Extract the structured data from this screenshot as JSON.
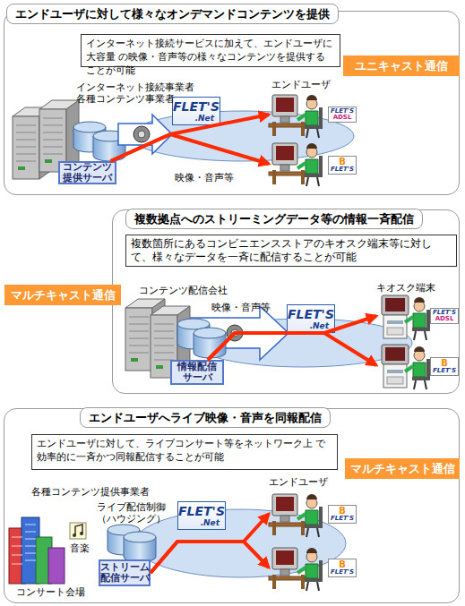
{
  "diagram": {
    "nodes": [
      {
        "text": [
          "エンドユーザに対して様々なオンデマンドコンテンツを提供"
        ]
      },
      {
        "text": [
          "インターネット接続サービスに加えて、エンドユーザに大容量 の映像・音声等の様々なコンテンツを提供することが可能"
        ],
        "in": 0
      },
      {
        "text": [
          "ユニキャスト通信"
        ],
        "in": 0
      },
      {
        "text": [
          "コンテンツ 提供サーバ"
        ],
        "in": 0
      },
      {
        "text": [
          "FLET'S",
          ".Net"
        ],
        "in": 0
      },
      {
        "text": [
          "FLET'S",
          "ADSL"
        ],
        "in": 0
      },
      {
        "text": [
          "B",
          "FLET'S"
        ],
        "in": 0
      },
      {
        "text": [
          "複数拠点へのストリーミングデータ等の情報一斉配信"
        ]
      },
      {
        "text": [
          "複数箇所にあるコンビニエンスストアのキオスク端末等に対し て、様々なデータを一斉に配信することが可能"
        ],
        "in": 7
      },
      {
        "text": [
          "マルチキャスト通信"
        ],
        "in": 7
      },
      {
        "text": [
          "情報配信 サーバ"
        ],
        "in": 7
      },
      {
        "text": [
          "FLET'S",
          ".Net"
        ],
        "in": 7
      },
      {
        "text": [
          "FLET'S",
          "ADSL"
        ],
        "in": 7
      },
      {
        "text": [
          "B",
          "FLET'S"
        ],
        "in": 7
      },
      {
        "text": [
          "エンドユーザへライブ映像・音声を同報配信"
        ]
      },
      {
        "text": [
          "エンドユーザに対して、ライブコンサート等をネットワーク上 で効率的に一斉かつ同報配信することが可能"
        ],
        "in": 14
      },
      {
        "text": [
          "マルチキャスト通信"
        ],
        "in": 14
      },
      {
        "text": [
          "ストリーム 配信サーバ"
        ],
        "in": 14
      },
      {
        "text": [
          "FLET'S",
          ".Net"
        ],
        "in": 14
      },
      {
        "text": [
          "B",
          "FLET'S"
        ],
        "in": 14
      },
      {
        "text": [
          "B",
          "FLET'S"
        ],
        "in": 14
      }
    ],
    "edges": [
      {
        "from": 3,
        "to": 5,
        "arrow": "to"
      },
      {
        "from": 3,
        "to": 6,
        "arrow": "to"
      },
      {
        "from": 10,
        "to": 12,
        "arrow": "to"
      },
      {
        "from": 10,
        "to": 13,
        "arrow": "to"
      },
      {
        "from": 17,
        "to": 19,
        "arrow": "to"
      },
      {
        "from": 17,
        "to": 20,
        "arrow": "to"
      }
    ],
    "labels": [
      "インターネット接続事業者 各種コンテンツ事業者",
      "エンドユーザ",
      "映像・音声等",
      "コンテンツ配信会社",
      "映像・音声等",
      "キオスク端末",
      "各種コンテンツ提供事業者",
      "エンドユーザ",
      "ライブ配信制御 （ハウジング）",
      "音楽",
      "コンサート会場"
    ]
  }
}
